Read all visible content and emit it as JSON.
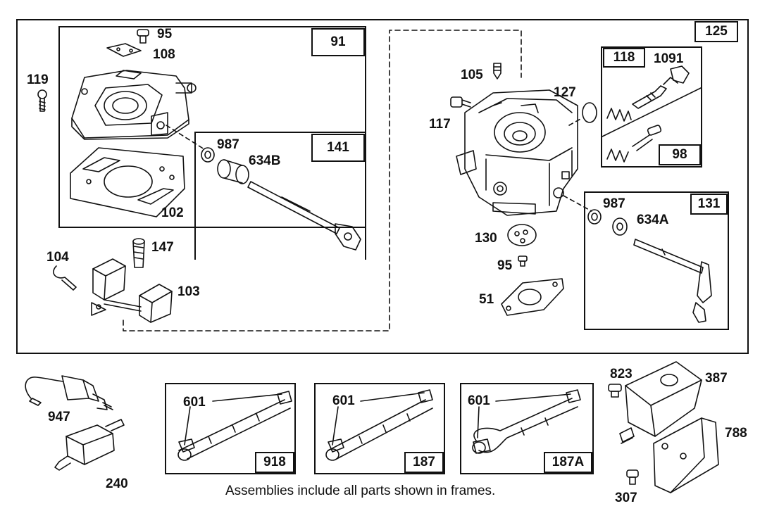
{
  "frames": {
    "main": "125",
    "f91": "91",
    "f141": "141",
    "f118": "118",
    "f98": "98",
    "f131": "131",
    "f918": "918",
    "f187": "187",
    "f187a": "187A"
  },
  "labels": {
    "p95_top": "95",
    "p108": "108",
    "p119": "119",
    "p987_left": "987",
    "p634b": "634B",
    "p102": "102",
    "p147": "147",
    "p104": "104",
    "p103": "103",
    "p105": "105",
    "p117": "117",
    "p127": "127",
    "p1091": "1091",
    "p987_right": "987",
    "p634a": "634A",
    "p130": "130",
    "p95_mid": "95",
    "p51": "51",
    "p947": "947",
    "p240": "240",
    "p601_a": "601",
    "p601_b": "601",
    "p601_c": "601",
    "p823": "823",
    "p387": "387",
    "p788": "788",
    "p307": "307"
  },
  "note": "Assemblies include all parts shown in frames."
}
